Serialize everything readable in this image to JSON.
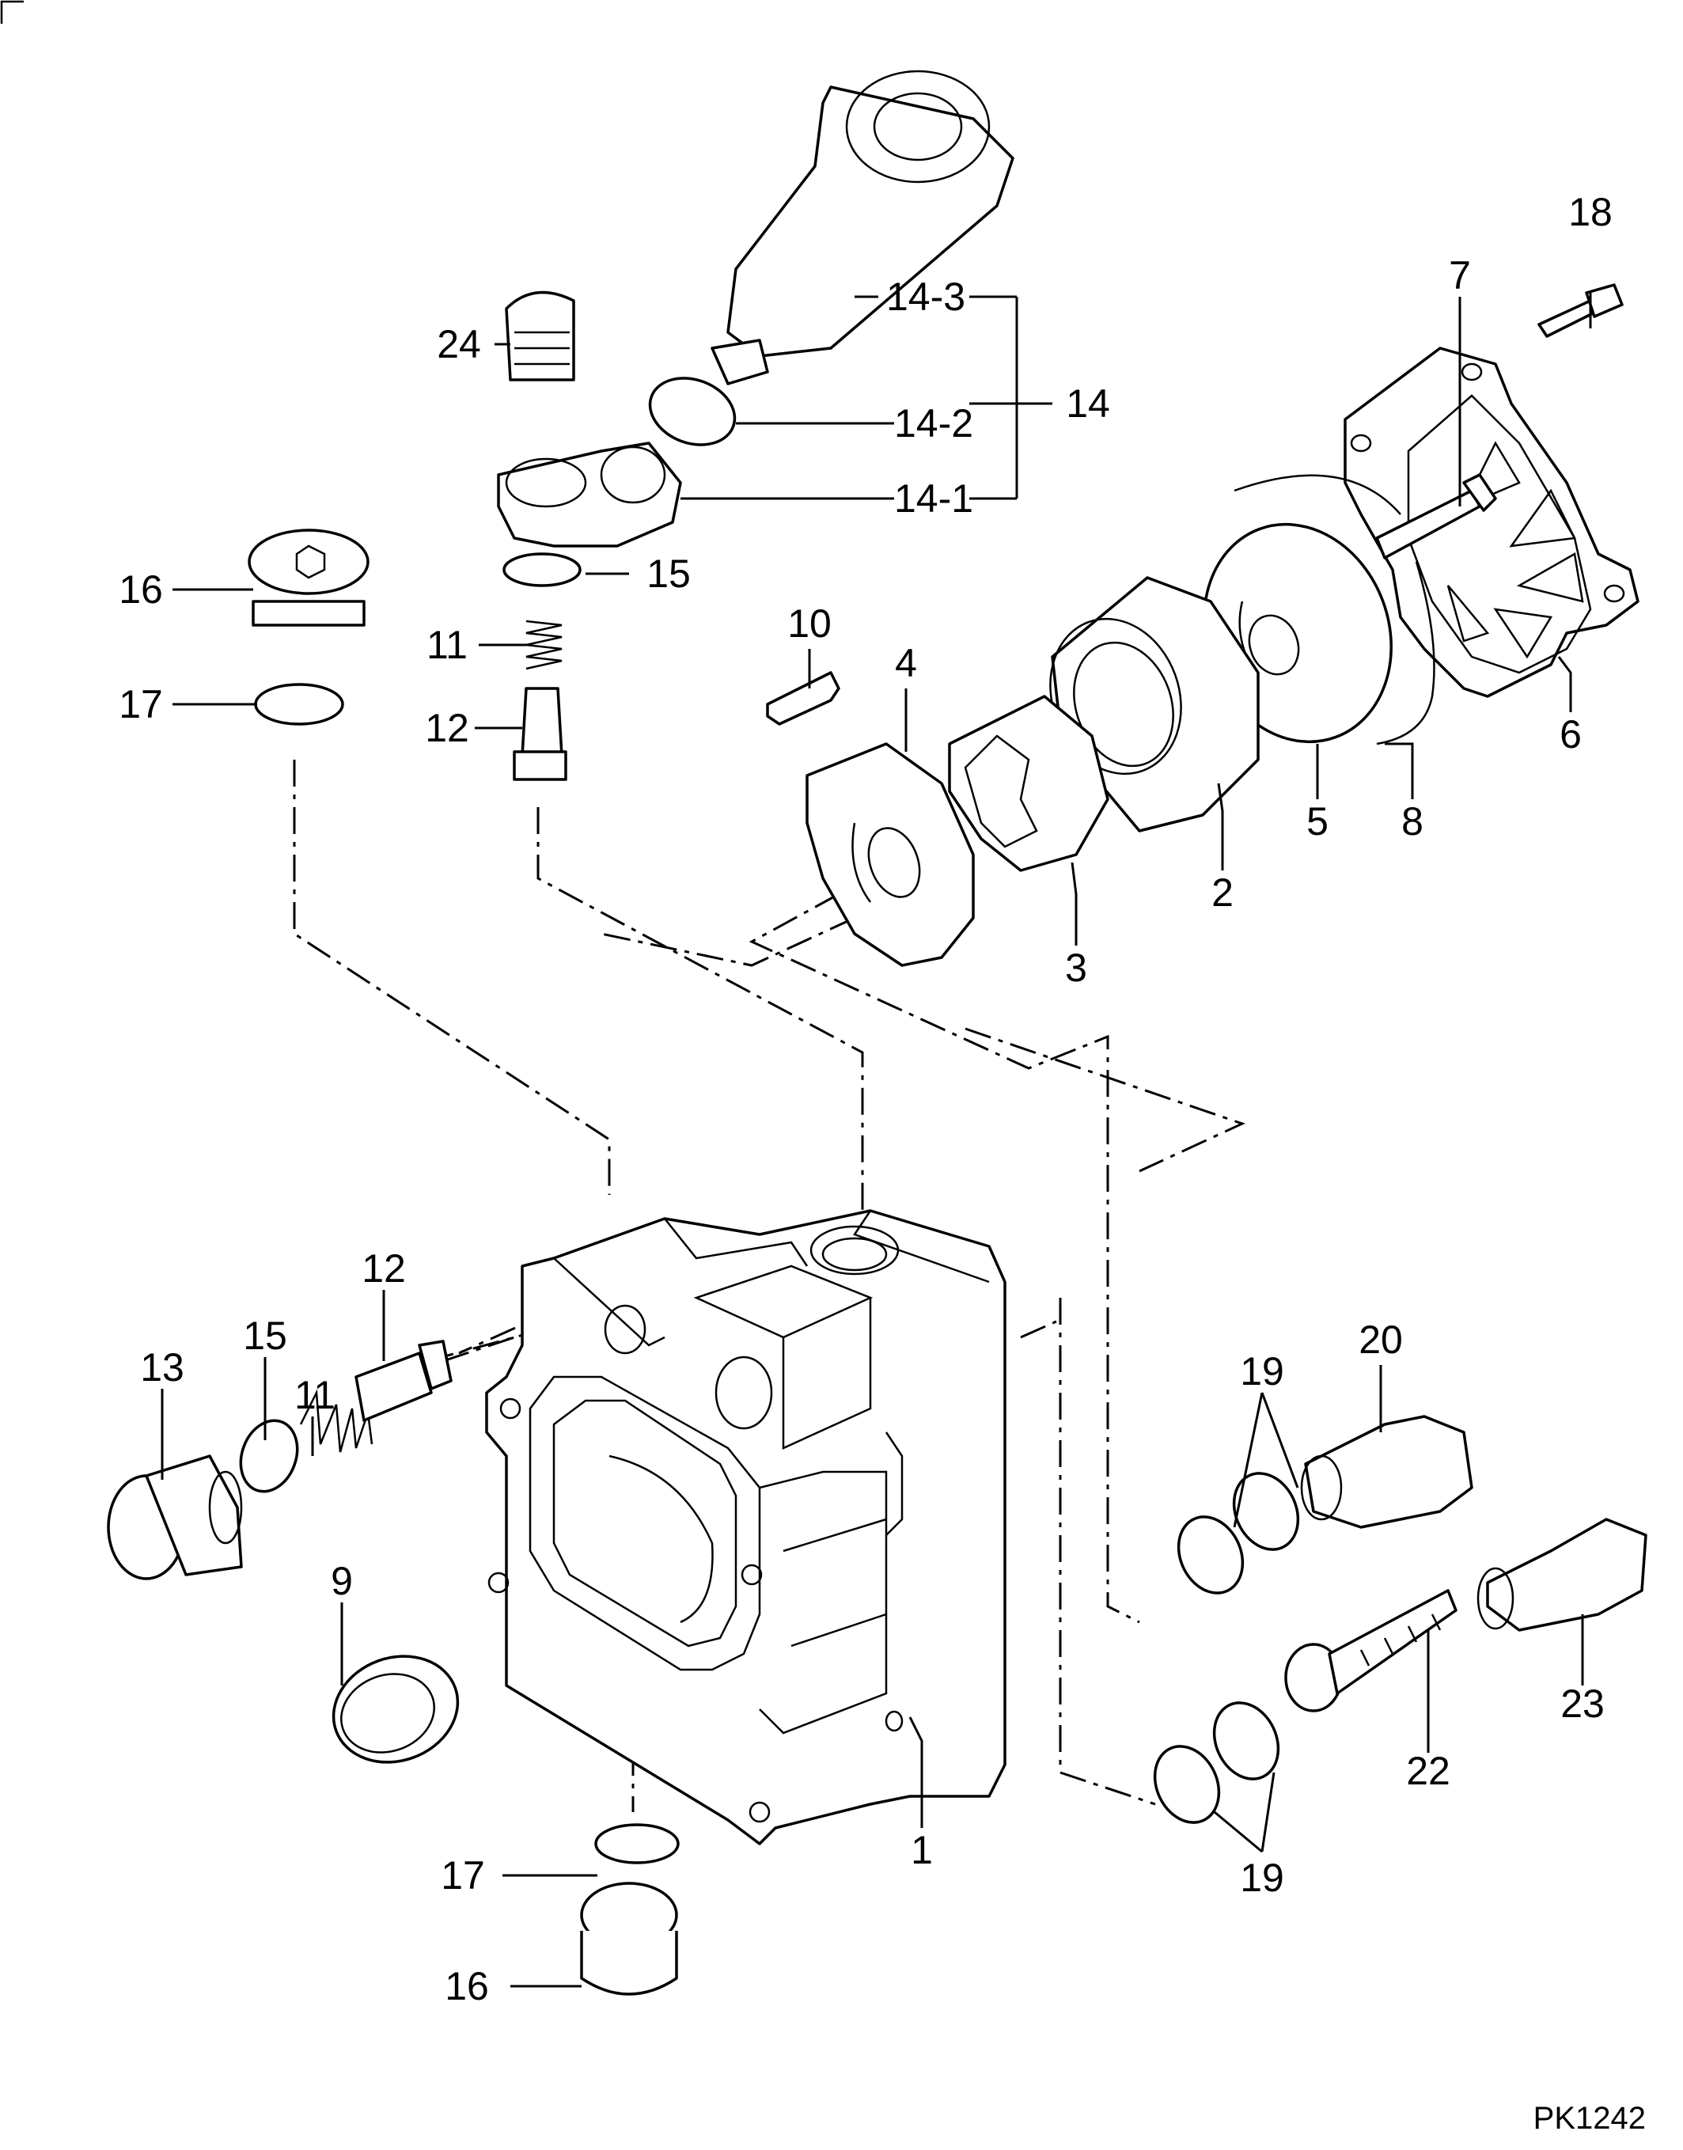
{
  "diagram": {
    "labels": {
      "p1": "1",
      "p2": "2",
      "p3": "3",
      "p4": "4",
      "p5": "5",
      "p6": "6",
      "p7": "7",
      "p8": "8",
      "p9": "9",
      "p10": "10",
      "p11_upper": "11",
      "p11_lower": "11",
      "p12_upper": "12",
      "p12_lower": "12",
      "p13": "13",
      "p14": "14",
      "p14_1": "14-1",
      "p14_2": "14-2",
      "p14_3": "14-3",
      "p15_upper": "15",
      "p15_lower": "15",
      "p16_upper": "16",
      "p16_lower": "16",
      "p17_upper": "17",
      "p17_lower": "17",
      "p18": "18",
      "p19_upper": "19",
      "p19_lower": "19",
      "p20": "20",
      "p22": "22",
      "p23": "23",
      "p24": "24"
    },
    "drawing_code": "PK1242"
  }
}
